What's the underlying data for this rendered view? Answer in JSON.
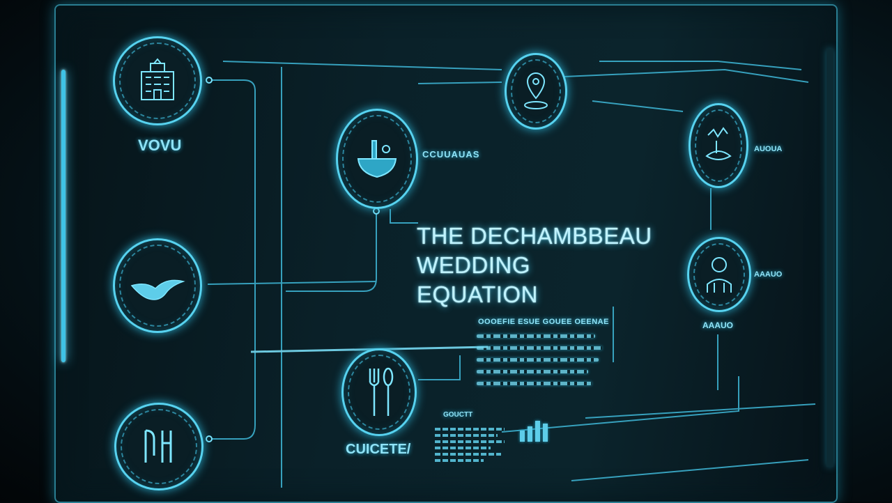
{
  "title": {
    "line1": "THE DECHAMBBEAU",
    "line2": "WEDDING EQUATION"
  },
  "nodes": {
    "venue": {
      "label": "VOVU",
      "icon": "building-icon"
    },
    "cuisine": {
      "label": "CCUUAUAS",
      "icon": "cake-icon"
    },
    "location": {
      "label": "",
      "icon": "location-pin-icon"
    },
    "decor": {
      "label": "AUOUA",
      "icon": "decor-icon"
    },
    "guest": {
      "label": "AAAUO",
      "icon": "person-icon",
      "sublabel": "AAAUO"
    },
    "bird": {
      "label": "",
      "icon": "bird-icon"
    },
    "catering": {
      "label": "CUICETE/",
      "icon": "fork-spoon-icon"
    },
    "music": {
      "label": "",
      "icon": "music-icon"
    },
    "chart": {
      "label": "GOUCTT"
    }
  },
  "text_block": {
    "heading": "OOOEFIE ESUE GOUEE OEENAE"
  },
  "colors": {
    "accent": "#57d2ef",
    "glow": "#2aa8c8",
    "text": "#bff3ff",
    "background": "#061419"
  }
}
